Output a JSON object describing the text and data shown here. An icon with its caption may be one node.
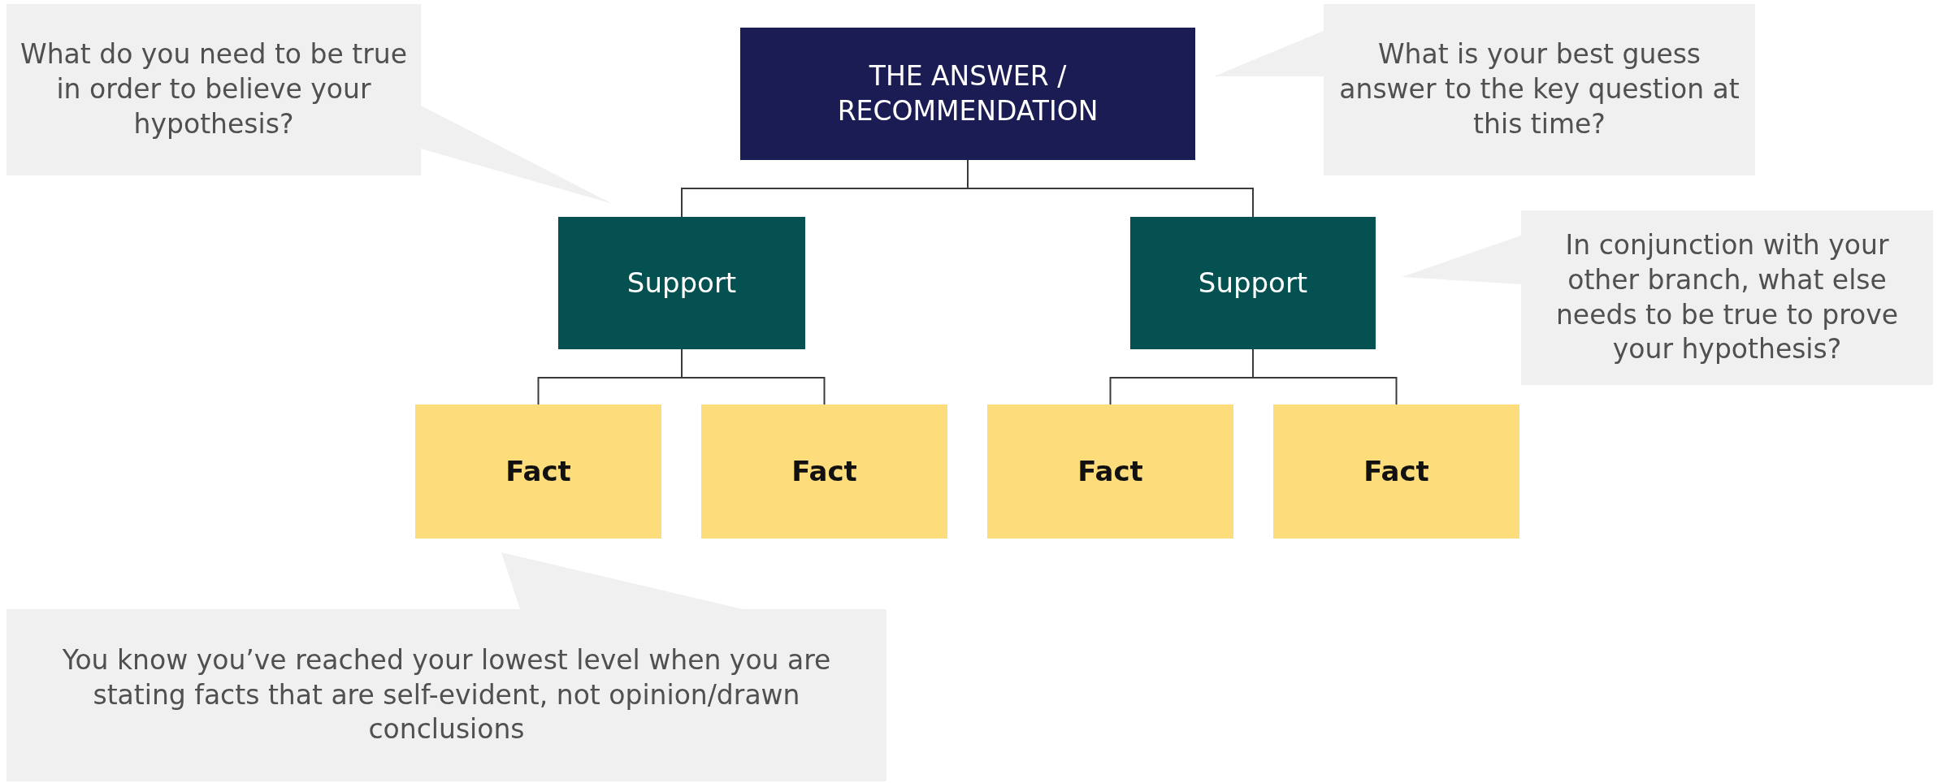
{
  "diagram": {
    "nodes": [
      {
        "text": [
          "What do you need to be true in order to believe your hypothesis?"
        ]
      },
      {
        "text": [
          "THE ANSWER / RECOMMENDATION"
        ]
      },
      {
        "text": [
          "What is your best guess answer to the key question at this time?"
        ]
      },
      {
        "text": [
          "Support"
        ]
      },
      {
        "text": [
          "Support"
        ]
      },
      {
        "text": [
          "In conjunction with your other branch, what else needs to be true to prove your hypothesis?"
        ]
      },
      {
        "text": [
          "Fact"
        ]
      },
      {
        "text": [
          "Fact"
        ]
      },
      {
        "text": [
          "Fact"
        ]
      },
      {
        "text": [
          "Fact"
        ]
      },
      {
        "text": [
          "You know you’ve reached your lowest level when you are stating facts that are self-evident, not opinion/drawn conclusions"
        ]
      }
    ],
    "edges": [
      {
        "from": 1,
        "to": 3,
        "arrow": "none"
      },
      {
        "from": 1,
        "to": 4,
        "arrow": "none"
      },
      {
        "from": 3,
        "to": 6,
        "arrow": "none"
      },
      {
        "from": 3,
        "to": 7,
        "arrow": "none"
      },
      {
        "from": 4,
        "to": 8,
        "arrow": "none"
      },
      {
        "from": 4,
        "to": 9,
        "arrow": "none"
      }
    ]
  }
}
